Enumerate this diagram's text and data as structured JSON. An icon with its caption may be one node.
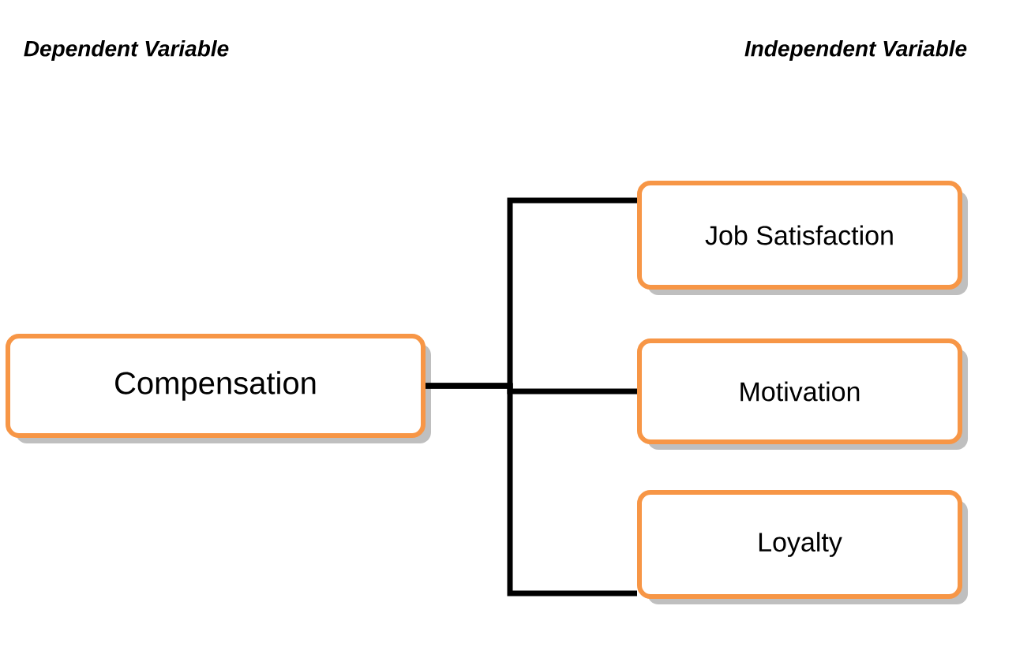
{
  "diagram": {
    "nodes": [
      {
        "text": [
          "Compensation"
        ]
      },
      {
        "text": [
          "Job Satisfaction"
        ]
      },
      {
        "text": [
          "Motivation"
        ]
      },
      {
        "text": [
          "Loyalty"
        ]
      }
    ],
    "edges": [
      {
        "from": 0,
        "to": 1,
        "arrow": "none"
      },
      {
        "from": 0,
        "to": 2,
        "arrow": "none"
      },
      {
        "from": 0,
        "to": 3,
        "arrow": "none"
      }
    ],
    "labels": [
      "Dependent  Variable",
      "Independent  Variable"
    ]
  }
}
